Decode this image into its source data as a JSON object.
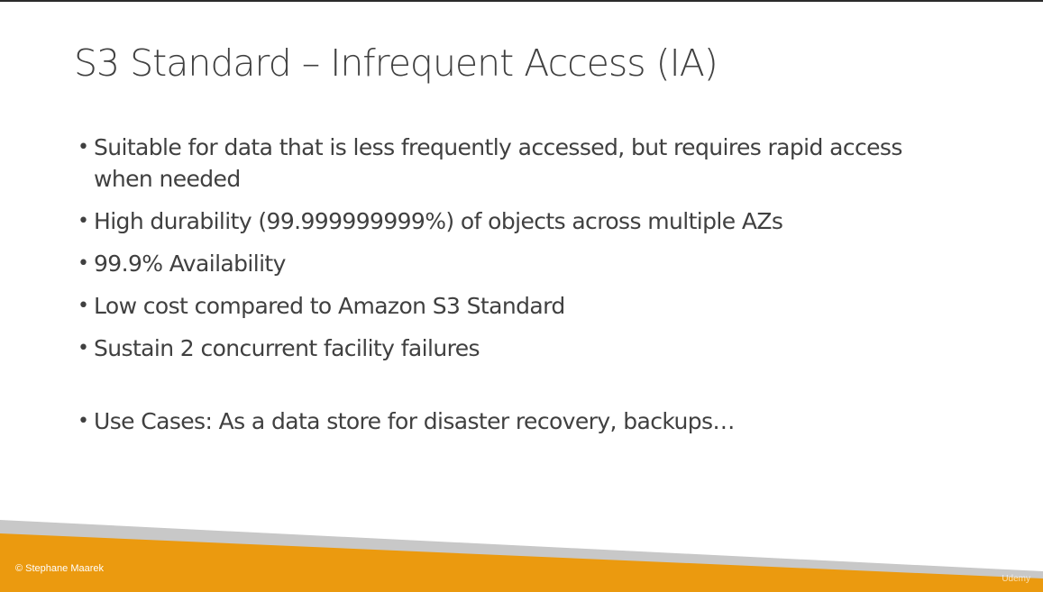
{
  "slide": {
    "title": "S3 Standard – Infrequent Access (IA)",
    "bullets": [
      "Suitable for data that is less frequently accessed, but requires rapid access when needed",
      "High durability (99.999999999%) of objects across multiple AZs",
      "99.9% Availability",
      "Low cost compared to Amazon S3 Standard",
      "Sustain 2 concurrent facility failures",
      "Use Cases: As a data store for disaster recovery, backups…"
    ]
  },
  "footer": {
    "copyright": "© Stephane Maarek",
    "watermark": "Udemy"
  },
  "colors": {
    "accent": "#eb9a0f",
    "gray_band": "#c5c5c5",
    "text": "#404040"
  }
}
